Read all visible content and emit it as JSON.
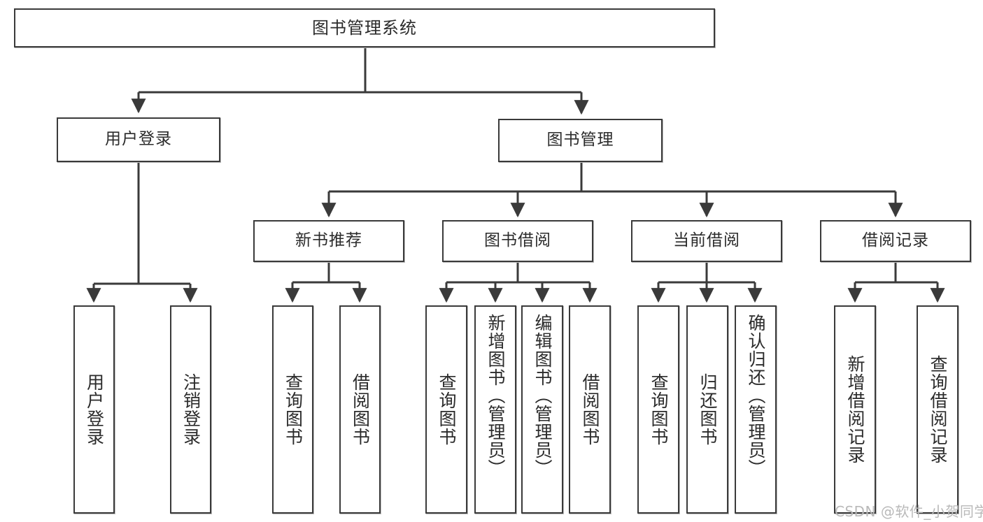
{
  "diagram": {
    "type": "tree",
    "title": "图书管理系统",
    "watermark": "CSDN @软件_小贺同学",
    "colors": {
      "box_border": "#3a3a3a",
      "box_fill": "#ffffff",
      "connector": "#3a3a3a",
      "text": "#2b2b2b",
      "watermark": "#b9b9b9",
      "background": "#ffffff"
    }
  },
  "nodes": {
    "root": {
      "label": "图书管理系统"
    },
    "level2": [
      {
        "label": "用户登录"
      },
      {
        "label": "图书管理"
      }
    ],
    "level3": [
      {
        "label": "新书推荐"
      },
      {
        "label": "图书借阅"
      },
      {
        "label": "当前借阅"
      },
      {
        "label": "借阅记录"
      }
    ],
    "leaves": {
      "user_login": [
        {
          "label": "用户登录"
        },
        {
          "label": "注销登录"
        }
      ],
      "new_book": [
        {
          "label": "查询图书"
        },
        {
          "label": "借阅图书"
        }
      ],
      "book_borrow": [
        {
          "label": "查询图书"
        },
        {
          "label": "新增图书（管理员）"
        },
        {
          "label": "编辑图书（管理员）"
        },
        {
          "label": "借阅图书"
        }
      ],
      "current_borrow": [
        {
          "label": "查询图书"
        },
        {
          "label": "归还图书"
        },
        {
          "label": "确认归还（管理员）"
        }
      ],
      "borrow_record": [
        {
          "label": "新增借阅记录"
        },
        {
          "label": "查询借阅记录"
        }
      ]
    }
  }
}
